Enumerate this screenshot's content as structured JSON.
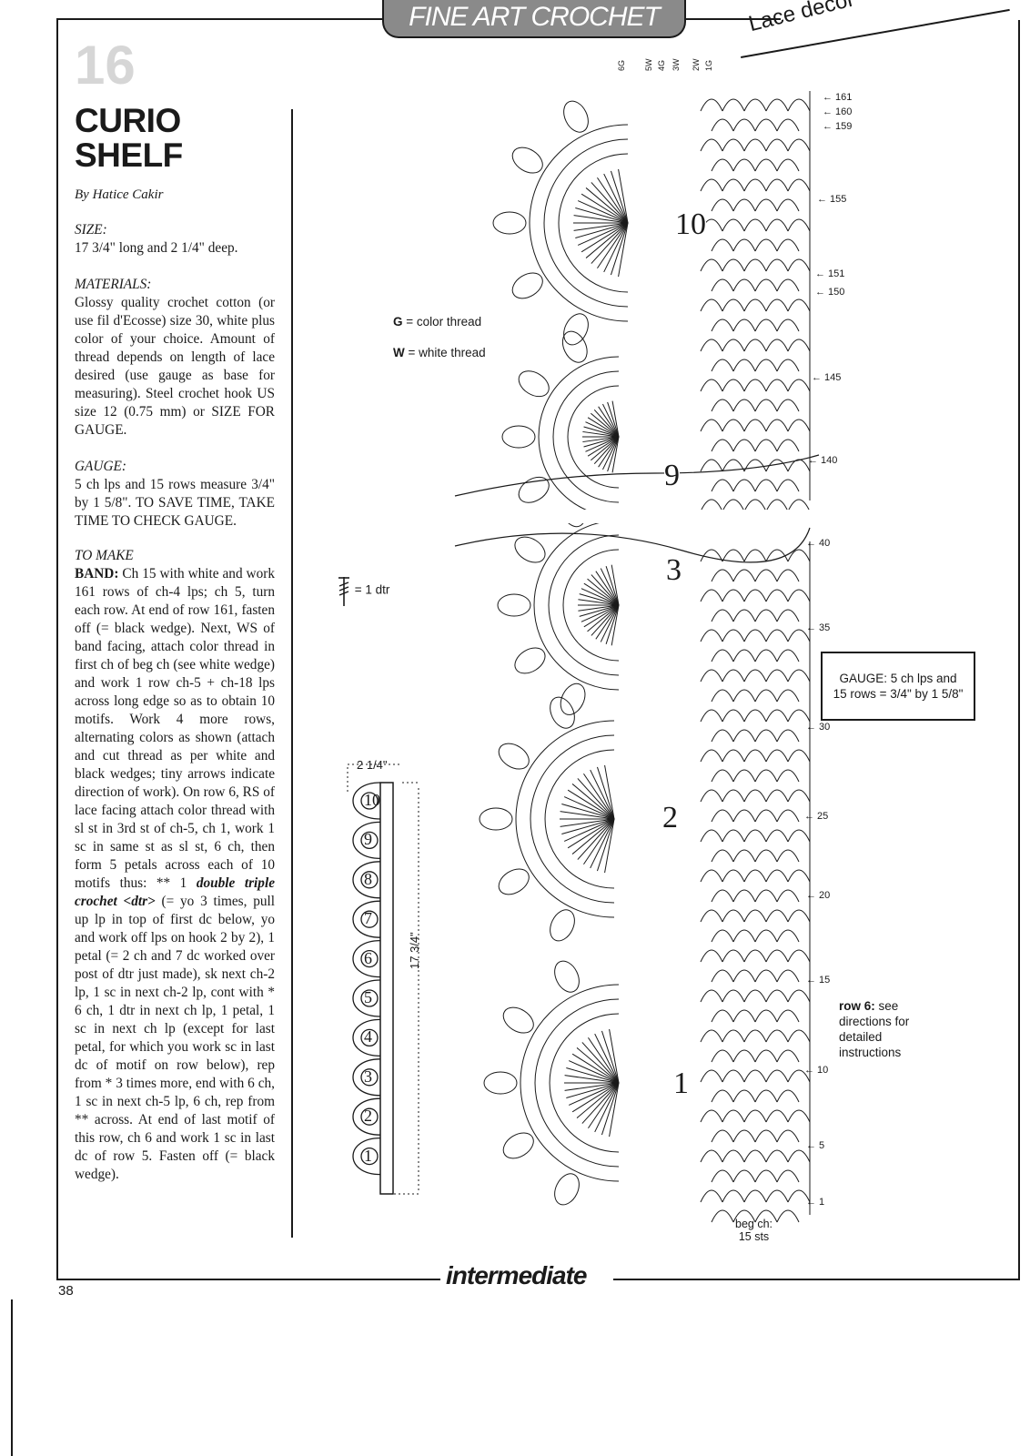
{
  "header": {
    "banner": "FINE ART CROCHET",
    "tagline": "Lace decor"
  },
  "article": {
    "number": "16",
    "title_line1": "CURIO",
    "title_line2": "SHELF",
    "byline": "By Hatice Cakir",
    "size_heading": "SIZE:",
    "size_text": "17 3/4\" long and 2 1/4\" deep.",
    "materials_heading": "MATERIALS:",
    "materials_text": "Glossy quality crochet cotton (or use fil d'Ecosse) size 30, white plus color of your choice. Amount of thread depends on length of lace desired (use gauge as base for measuring). Steel crochet hook US size 12 (0.75 mm) or SIZE FOR GAUGE.",
    "gauge_heading": "GAUGE:",
    "gauge_text": "5 ch lps and 15 rows measure 3/4\" by 1 5/8\". TO SAVE TIME, TAKE TIME TO CHECK GAUGE.",
    "make_heading": "TO MAKE",
    "band_label": "BAND:",
    "band_text_1": " Ch 15 with white and work 161 rows of ch-4 lps; ch 5, turn each row. At end of row 161, fasten off (= black wedge). Next, WS of band facing, attach color thread in first ch of beg ch (see white wedge) and work 1 row ch-5 + ch-18 lps across long edge so as to obtain 10 motifs. Work 4 more rows, alternating colors as shown (attach and cut thread as per white and black wedges; tiny arrows indicate direction of work). On row 6, RS of lace facing attach color thread with sl st in 3rd st of ch-5, ch 1, work 1 sc in same st as sl st, 6 ch, then form 5 petals across each of 10 motifs thus: ** 1 ",
    "dtr_term": "double triple crochet <dtr>",
    "band_text_2": " (= yo 3 times, pull up lp in top of first dc below, yo and work off lps on hook 2 by 2), 1 petal (= 2 ch and 7 dc worked over post of dtr just made), sk next ch-2 lp, 1 sc in next ch-2 lp, cont with * 6 ch, 1 dtr in next ch lp, 1 petal, 1 sc in next ch lp (except for last petal, for which you work sc in last dc of motif on row below), rep from * 3 times more, end with 6 ch, 1 sc in next ch-5 lp, 6 ch, rep from ** across. At end of last motif of this row, ch 6 and work 1 sc in last dc of row 5. Fasten off (= black wedge)."
  },
  "legend": {
    "g_key": "G",
    "g_text": " = color thread",
    "w_key": "W",
    "w_text": " = white thread",
    "dtr_text": "= 1 dtr"
  },
  "gauge_box": {
    "line1": "GAUGE: 5 ch lps and",
    "line2": "15 rows = 3/4\" by 1 5/8\""
  },
  "row6_note": {
    "bold": "row 6:",
    "text": " see directions for detailed instructions"
  },
  "dimensions": {
    "width": "2 1/4\"",
    "length": "17 3/4\""
  },
  "motif_numbers": [
    "1",
    "2",
    "3",
    "4",
    "5",
    "6",
    "7",
    "8",
    "9",
    "10"
  ],
  "chart_numbers": {
    "upper_a": "10",
    "upper_b": "9",
    "lower_a": "3",
    "lower_b": "2",
    "lower_c": "1"
  },
  "row_labels_upper": [
    "161",
    "160",
    "159",
    "155",
    "151",
    "150",
    "145",
    "140"
  ],
  "row_labels_lower": [
    "40",
    "35",
    "30",
    "25",
    "20",
    "15",
    "10",
    "5",
    "1"
  ],
  "top_thread_labels": [
    "6G",
    "5W",
    "4G",
    "3W",
    "2W",
    "1G"
  ],
  "beg_ch": {
    "line1": "beg ch:",
    "line2": "15 sts"
  },
  "footer": {
    "level": "intermediate",
    "page_number": "38"
  }
}
